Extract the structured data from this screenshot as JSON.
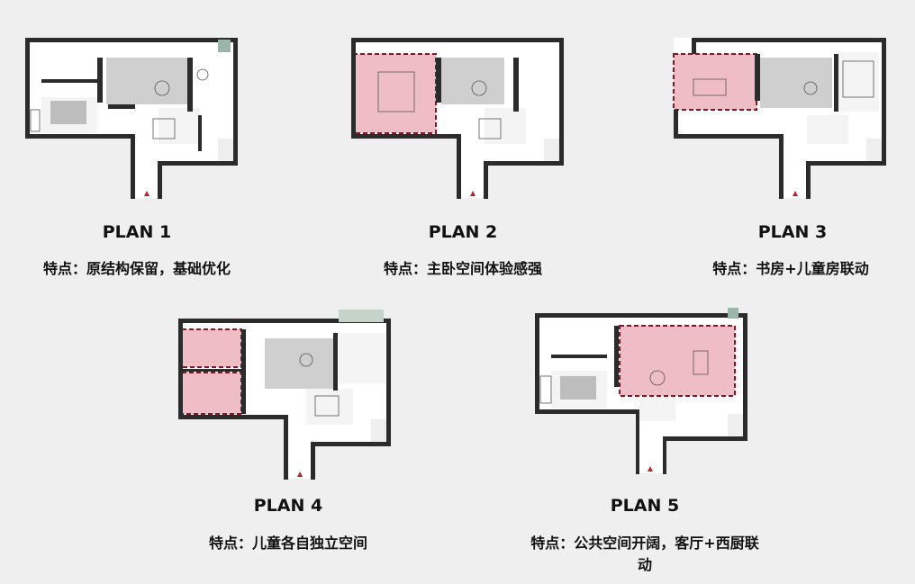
{
  "plans": [
    {
      "title": "PLAN 1",
      "feature": "特点：原结构保留，基础优化"
    },
    {
      "title": "PLAN 2",
      "feature": "特点：主卧空间体验感强"
    },
    {
      "title": "PLAN 3",
      "feature": "特点：书房+儿童房联动"
    },
    {
      "title": "PLAN 4",
      "feature": "特点：儿童各自独立空间"
    },
    {
      "title": "PLAN 5",
      "feature": "特点：公共空间开阔，客厅+西厨联动"
    }
  ],
  "colors": {
    "background": "#efefef",
    "highlight_fill": "#e28796",
    "highlight_border": "#8a1522",
    "entry_arrow": "#c0202a"
  }
}
